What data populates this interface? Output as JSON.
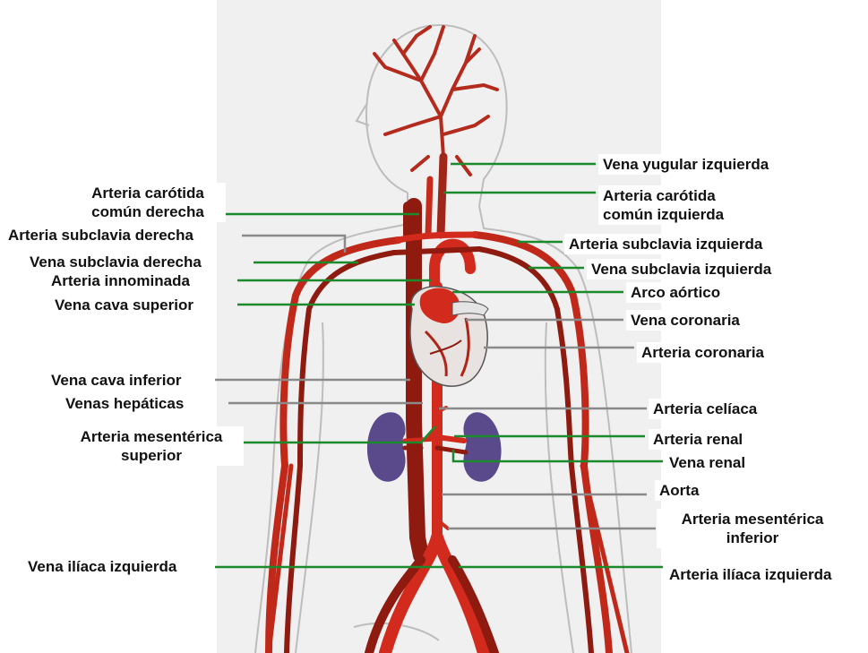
{
  "colors": {
    "artery": "#d22a1c",
    "artery_dark": "#8e1a10",
    "vein": "#9b1a12",
    "kidney": "#5a4a8c",
    "body_outline": "#bdbdbd",
    "background": "#eeeeee",
    "leader_green": "#1a8a2a",
    "leader_gray": "#8a8a8a"
  },
  "labels": {
    "vena_yugular_izquierda": "Vena yugular izquierda",
    "arteria_carotida_comun_izquierda": [
      "Arteria carótida",
      "común izquierda"
    ],
    "arteria_carotida_comun_derecha": [
      "Arteria carótida",
      "común derecha"
    ],
    "arteria_subclavia_derecha": "Arteria subclavia derecha",
    "arteria_subclavia_izquierda": "Arteria subclavia izquierda",
    "vena_subclavia_derecha": "Vena subclavia derecha",
    "vena_subclavia_izquierda": "Vena subclavia izquierda",
    "arteria_innominada": "Arteria innominada",
    "arco_aortico": "Arco aórtico",
    "vena_cava_superior": "Vena cava superior",
    "vena_coronaria": "Vena coronaria",
    "arteria_coronaria": "Arteria coronaria",
    "vena_cava_inferior": "Vena cava inferior",
    "venas_hepaticas": "Venas hepáticas",
    "arteria_celiaca": "Arteria celíaca",
    "arteria_mesenterica_superior": [
      "Arteria mesentérica",
      "superior"
    ],
    "arteria_renal": "Arteria renal",
    "vena_renal": "Vena renal",
    "aorta": "Aorta",
    "arteria_mesenterica_inferior": [
      "Arteria mesentérica",
      "inferior"
    ],
    "vena_iliaca_izquierda": "Vena ilíaca izquierda",
    "arteria_iliaca_izquierda": "Arteria ilíaca izquierda"
  }
}
